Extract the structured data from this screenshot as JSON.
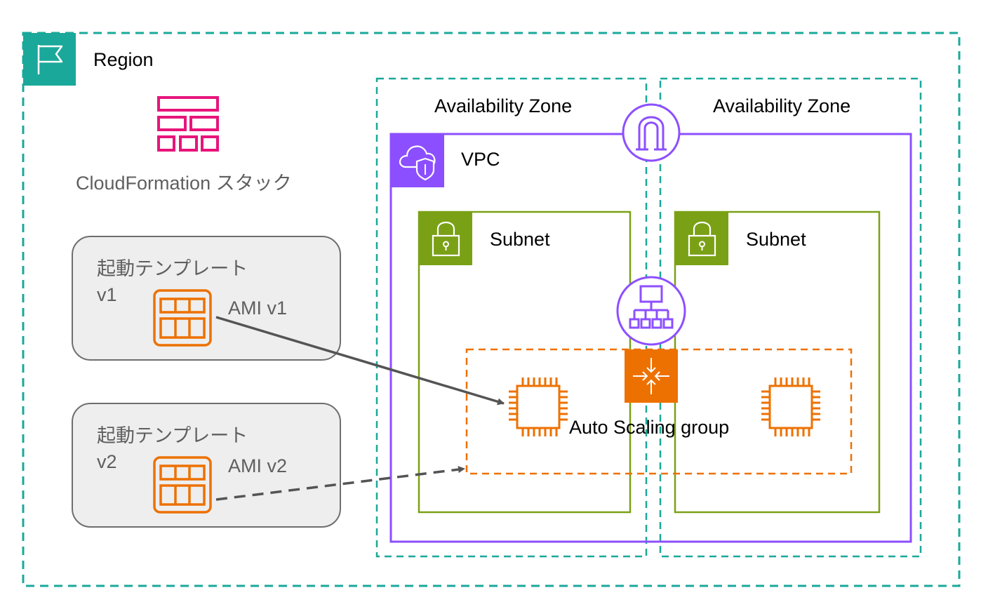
{
  "region": {
    "label": "Region",
    "color": "#1aa89a",
    "icon": "flag-icon"
  },
  "stack": {
    "label": "CloudFormation スタック",
    "color": "#e7157b",
    "icon": "cloudformation-stack-icon"
  },
  "launch_templates": [
    {
      "title": "起動テンプレート",
      "version": "v1",
      "ami_label": "AMI v1",
      "icon": "ami-icon"
    },
    {
      "title": "起動テンプレート",
      "version": "v2",
      "ami_label": "AMI v2",
      "icon": "ami-icon"
    }
  ],
  "availability_zones": [
    {
      "label": "Availability Zone"
    },
    {
      "label": "Availability Zone"
    }
  ],
  "vpc": {
    "label": "VPC",
    "color": "#8c4fff",
    "icon": "vpc-cloud-shield-icon"
  },
  "subnets": [
    {
      "label": "Subnet",
      "icon": "padlock-icon"
    },
    {
      "label": "Subnet",
      "icon": "padlock-icon"
    }
  ],
  "subnet_color": "#7aa116",
  "internet_gateway": {
    "icon": "internet-gateway-icon"
  },
  "load_balancer": {
    "icon": "load-balancer-icon"
  },
  "auto_scaling_group": {
    "label": "Auto Scaling group",
    "color": "#ed7100",
    "icon": "auto-scaling-icon"
  },
  "instances": [
    {
      "icon": "ec2-instance-icon"
    },
    {
      "icon": "ec2-instance-icon"
    }
  ],
  "connections": [
    {
      "from": "AMI v1",
      "to": "ec2-instance",
      "style": "solid"
    },
    {
      "from": "AMI v2",
      "to": "Auto Scaling group",
      "style": "dashed"
    }
  ]
}
